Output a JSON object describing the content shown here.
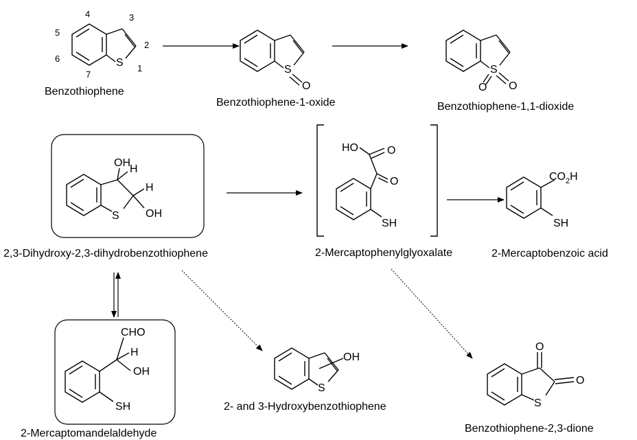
{
  "compounds": {
    "benzothiophene": "Benzothiophene",
    "oxide": "Benzothiophene-1-oxide",
    "dioxide": "Benzothiophene-1,1-dioxide",
    "dihydroxy": "2,3-Dihydroxy-2,3-dihydrobenzothiophene",
    "glyoxalate": "2-Mercaptophenylglyoxalate",
    "benzoic": "2-Mercaptobenzoic acid",
    "mandelaldehyde": "2-Mercaptomandelaldehyde",
    "hydroxy": "2- and 3-Hydroxybenzothiophene",
    "dione": "Benzothiophene-2,3-dione"
  },
  "ring_numbers": [
    "1",
    "2",
    "3",
    "4",
    "5",
    "6",
    "7"
  ],
  "atoms": {
    "S": "S",
    "O": "O",
    "OH": "OH",
    "HO": "HO",
    "H": "H",
    "SH": "SH",
    "CHO": "CHO",
    "CO": "CO",
    "two": "2"
  }
}
